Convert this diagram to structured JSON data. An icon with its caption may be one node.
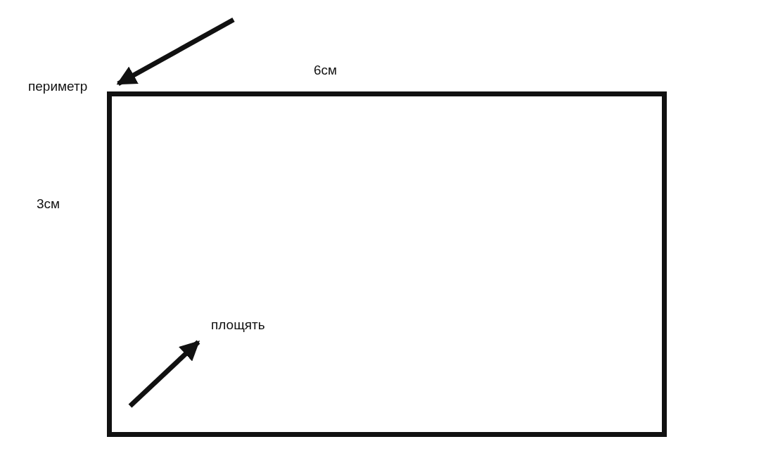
{
  "diagram": {
    "nodes": [
      {
        "text": [],
        "shape": "box"
      },
      {
        "text": [
          "периметр"
        ]
      },
      {
        "text": [
          "площять"
        ],
        "in": 0
      }
    ],
    "edges": [
      {
        "from": null,
        "to": 1,
        "arrow": "to"
      },
      {
        "from": null,
        "to": 2,
        "arrow": "to"
      }
    ],
    "labels": [
      "6см",
      "3см"
    ]
  }
}
